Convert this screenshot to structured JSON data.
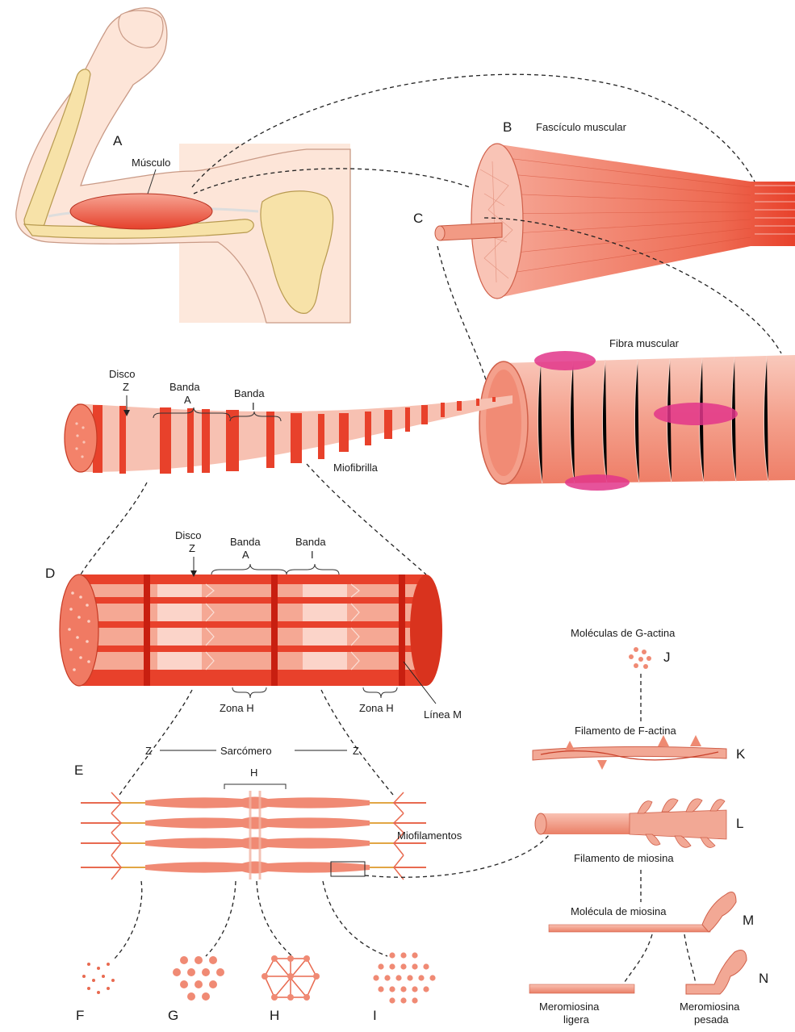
{
  "panel_letters": {
    "A": "A",
    "B": "B",
    "C": "C",
    "D": "D",
    "E": "E",
    "F": "F",
    "G": "G",
    "H": "H",
    "I": "I",
    "J": "J",
    "K": "K",
    "L": "L",
    "M": "M",
    "N": "N"
  },
  "labels": {
    "musculo": "Músculo",
    "fasciculo": "Fascículo muscular",
    "fibra": "Fibra muscular",
    "miofibrilla": "Miofibrilla",
    "disco": "Disco",
    "z": "Z",
    "banda": "Banda",
    "banda_a_letter": "A",
    "banda_i_letter": "I",
    "zona_h": "Zona H",
    "linea_m": "Línea M",
    "sarcomero": "Sarcómero",
    "h": "H",
    "miofilamentos": "Miofilamentos",
    "g_actina": "Moléculas de G-actina",
    "f_actina": "Filamento de F-actina",
    "filamento_miosina": "Filamento de miosina",
    "molecula_miosina": "Molécula de miosina",
    "meromiosina": "Meromiosina",
    "ligera": "ligera",
    "pesada": "pesada"
  },
  "colors": {
    "muscle_red": "#e8412b",
    "muscle_light": "#f7b5a6",
    "bone": "#f7e2a8",
    "skin": "#fde5d8",
    "nucleus": "#e2358a"
  }
}
